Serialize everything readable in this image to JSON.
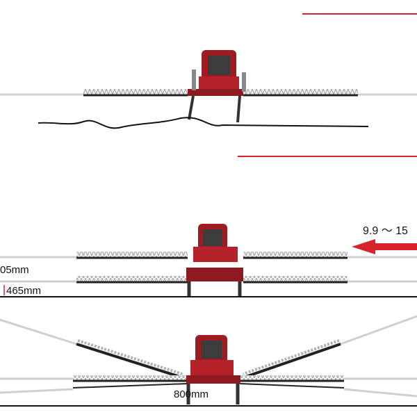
{
  "labels": {
    "lift_height": "05mm",
    "ground_clearance": "465mm",
    "adjust_range": "9.9 ～ 15",
    "track_width": "800mm"
  },
  "colors": {
    "accent_red": "#d8232a",
    "machine_red": "#9e1b22",
    "boom_dark": "#222222",
    "ground": "#111111"
  }
}
